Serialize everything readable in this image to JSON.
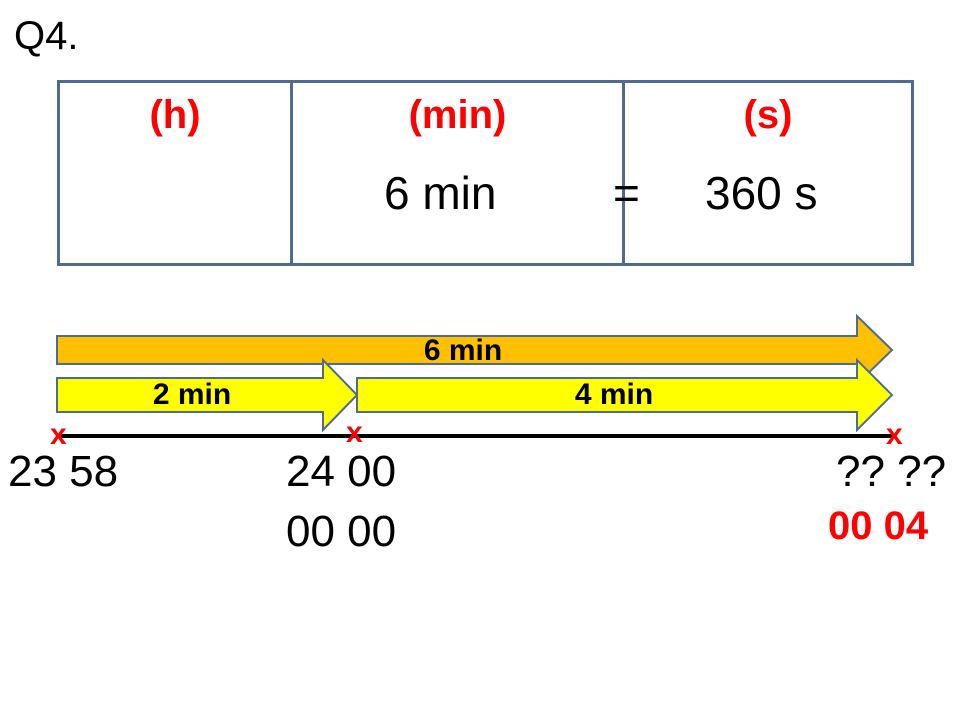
{
  "question_label": "Q4.",
  "colors": {
    "table_border": "#4f6b8f",
    "header_red": "#ff0000",
    "answer_red": "#ff0000",
    "marker_red": "#ff0000",
    "arrow_orange_fill": "#ffc000",
    "arrow_orange_stroke": "#4f6b8f",
    "arrow_yellow_fill": "#ffff00",
    "arrow_yellow_stroke": "#4f6b8f",
    "number_line": "#000000"
  },
  "table": {
    "headers": [
      "(h)",
      "(min)",
      "(s)"
    ],
    "conversion": {
      "left": "6 min",
      "equals": "=",
      "right": "360 s"
    }
  },
  "arrows": {
    "total": "6 min",
    "first": "2 min",
    "second": "4 min"
  },
  "number_line": {
    "markers": [
      "x",
      "x",
      "x"
    ],
    "start_time": "23 58",
    "mid_time_line1": "24 00",
    "mid_time_line2": "00 00",
    "end_time_unknown": "?? ??",
    "end_time_answer": "00 04"
  }
}
